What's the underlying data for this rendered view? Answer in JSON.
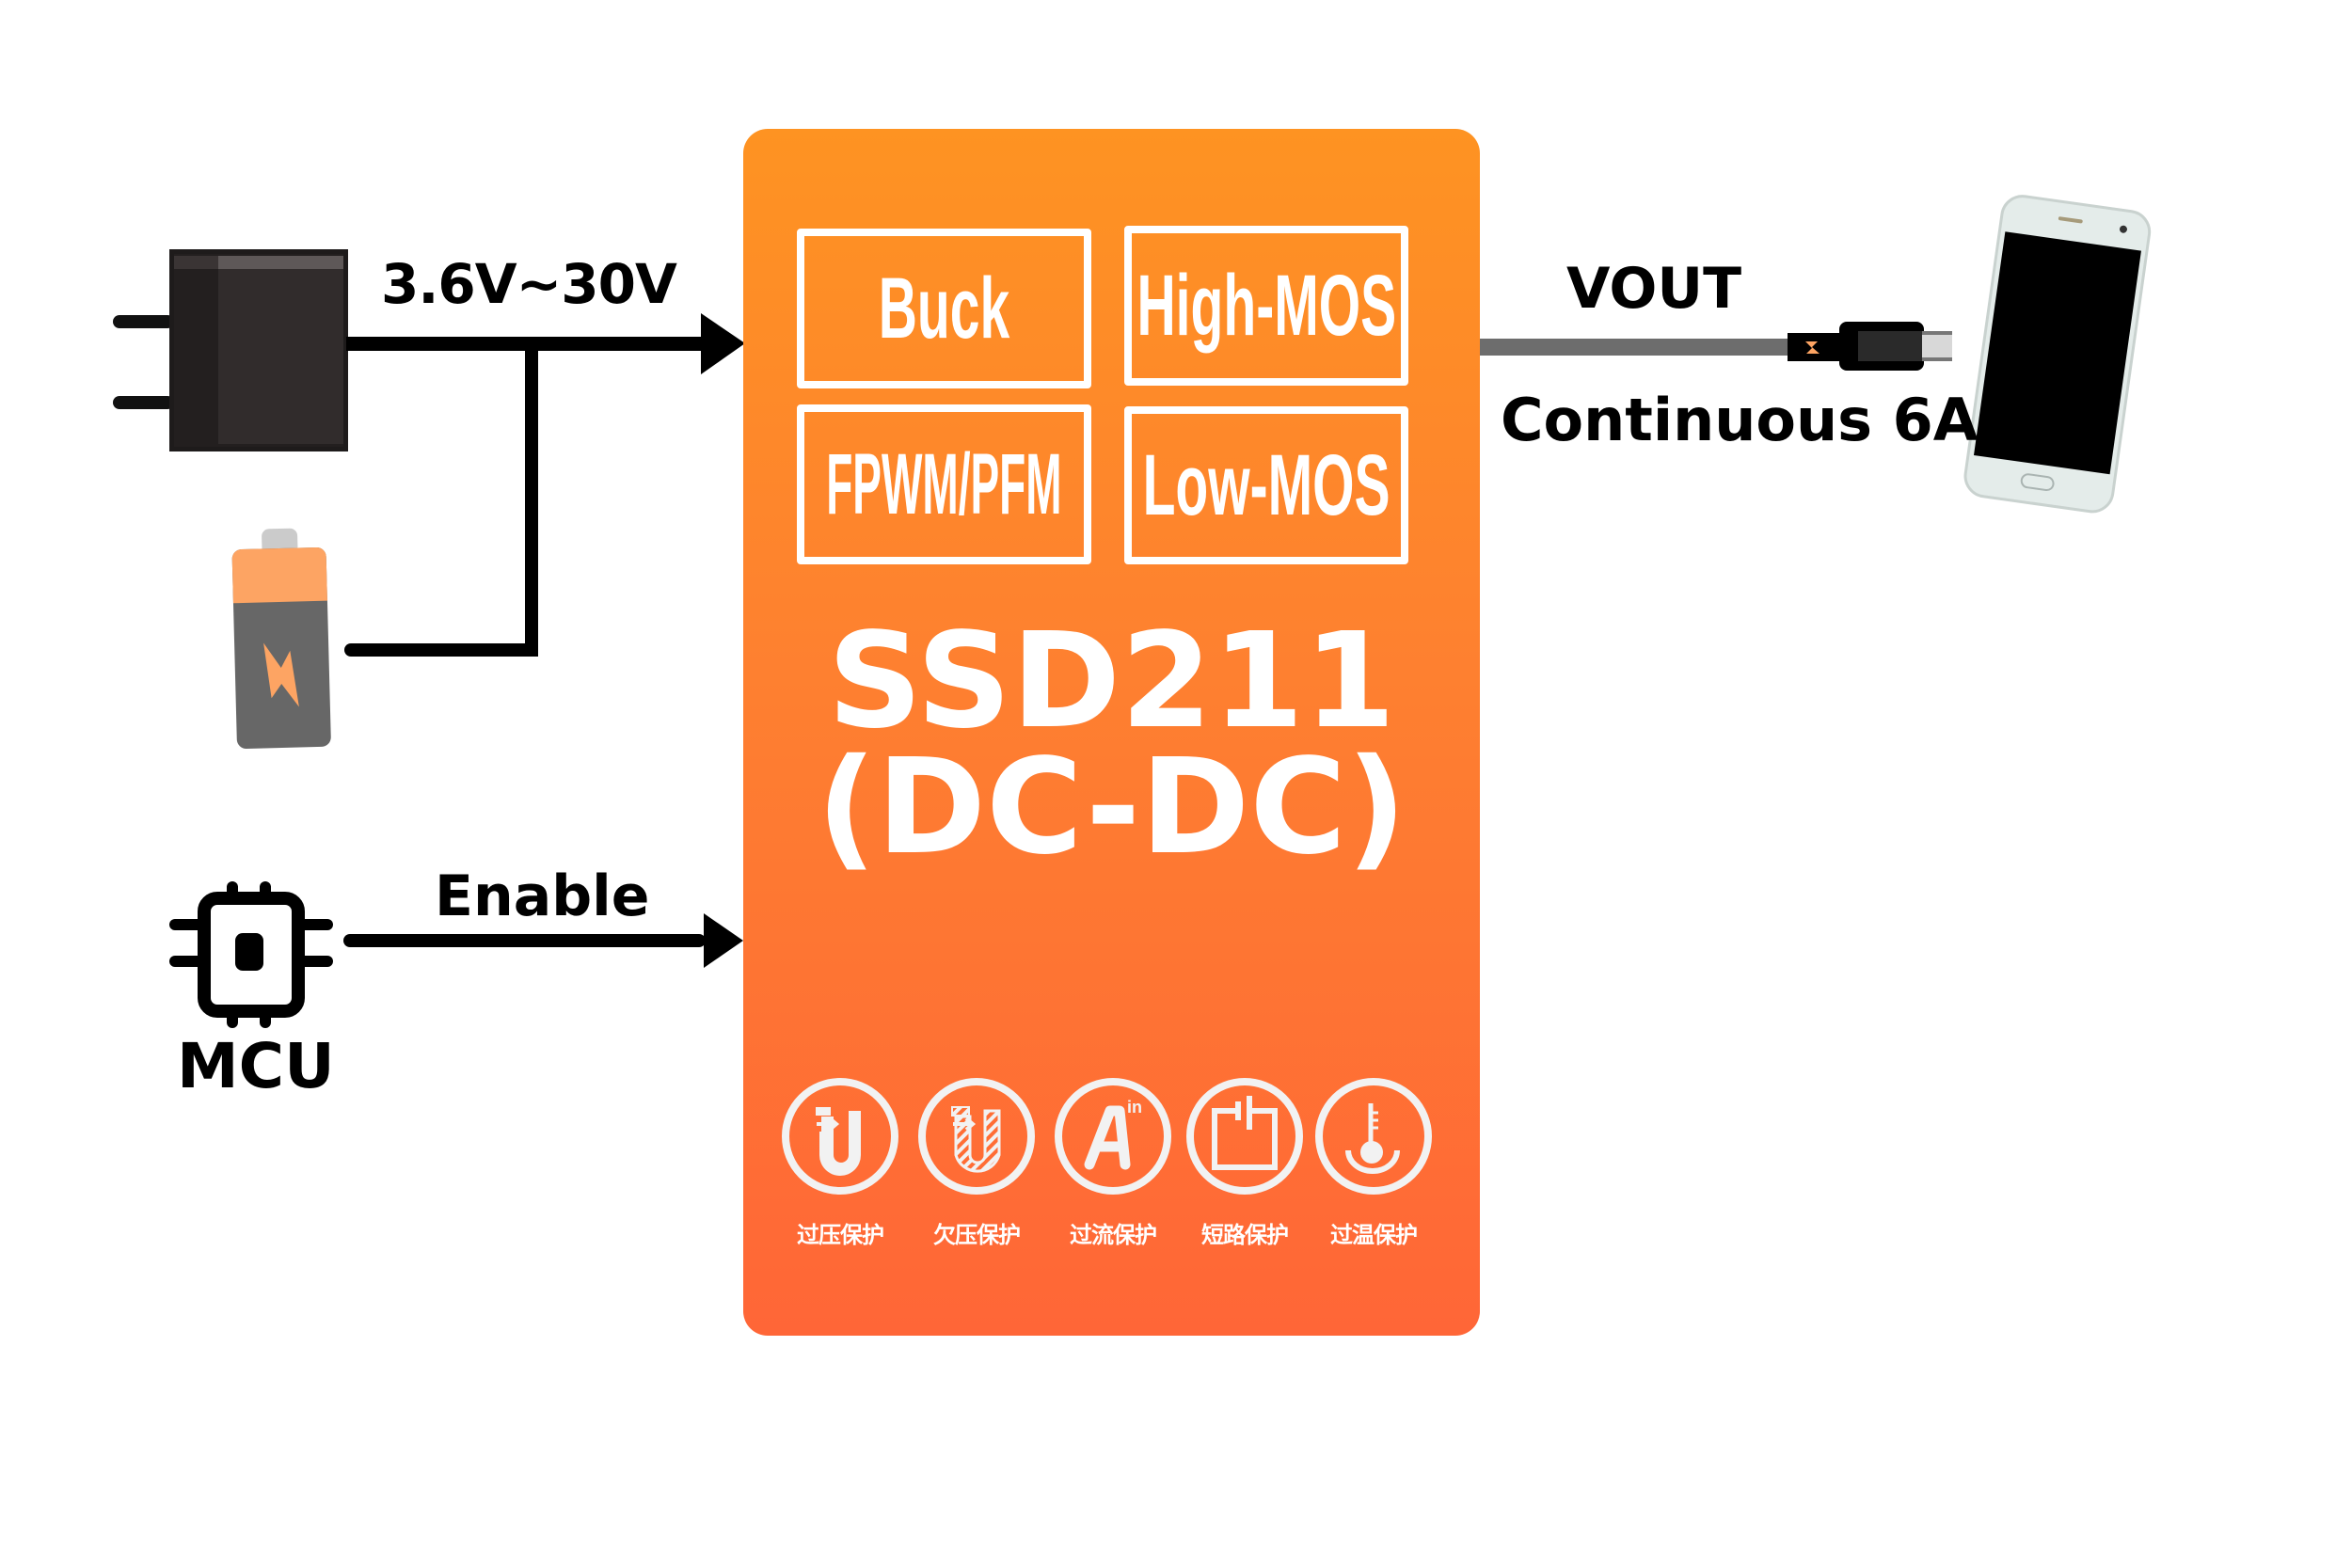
{
  "diagram": {
    "inputs": {
      "power_adapter": {
        "icon": "power-adapter-icon"
      },
      "battery": {
        "icon": "battery-icon"
      },
      "voltage_range_label": "3.6V~30V"
    },
    "control": {
      "mcu_label": "MCU",
      "mcu_icon": "chip-icon",
      "enable_label": "Enable"
    },
    "chip": {
      "features": [
        "Buck",
        "High-MOS",
        "FPWM/PFM",
        "Low-MOS"
      ],
      "name": "SSD211",
      "type": "(DC-DC)",
      "protections": [
        {
          "icon": "overvoltage-icon",
          "label": "过压保护"
        },
        {
          "icon": "undervoltage-icon",
          "label": "欠压保护"
        },
        {
          "icon": "overcurrent-icon",
          "label": "过流保护"
        },
        {
          "icon": "short-circuit-icon",
          "label": "短路保护"
        },
        {
          "icon": "overtemperature-icon",
          "label": "过温保护"
        }
      ]
    },
    "output": {
      "vout_label": "VOUT",
      "current_label": "Continuous 6A",
      "device_icon": "smartphone-icon",
      "cable_icon": "usb-cable-icon"
    },
    "colors": {
      "chip_top": "#fe9322",
      "chip_bottom": "#ff6637",
      "battery_accent": "#fda463",
      "battery_body": "#676767",
      "adapter": "#2e2a2a"
    }
  }
}
